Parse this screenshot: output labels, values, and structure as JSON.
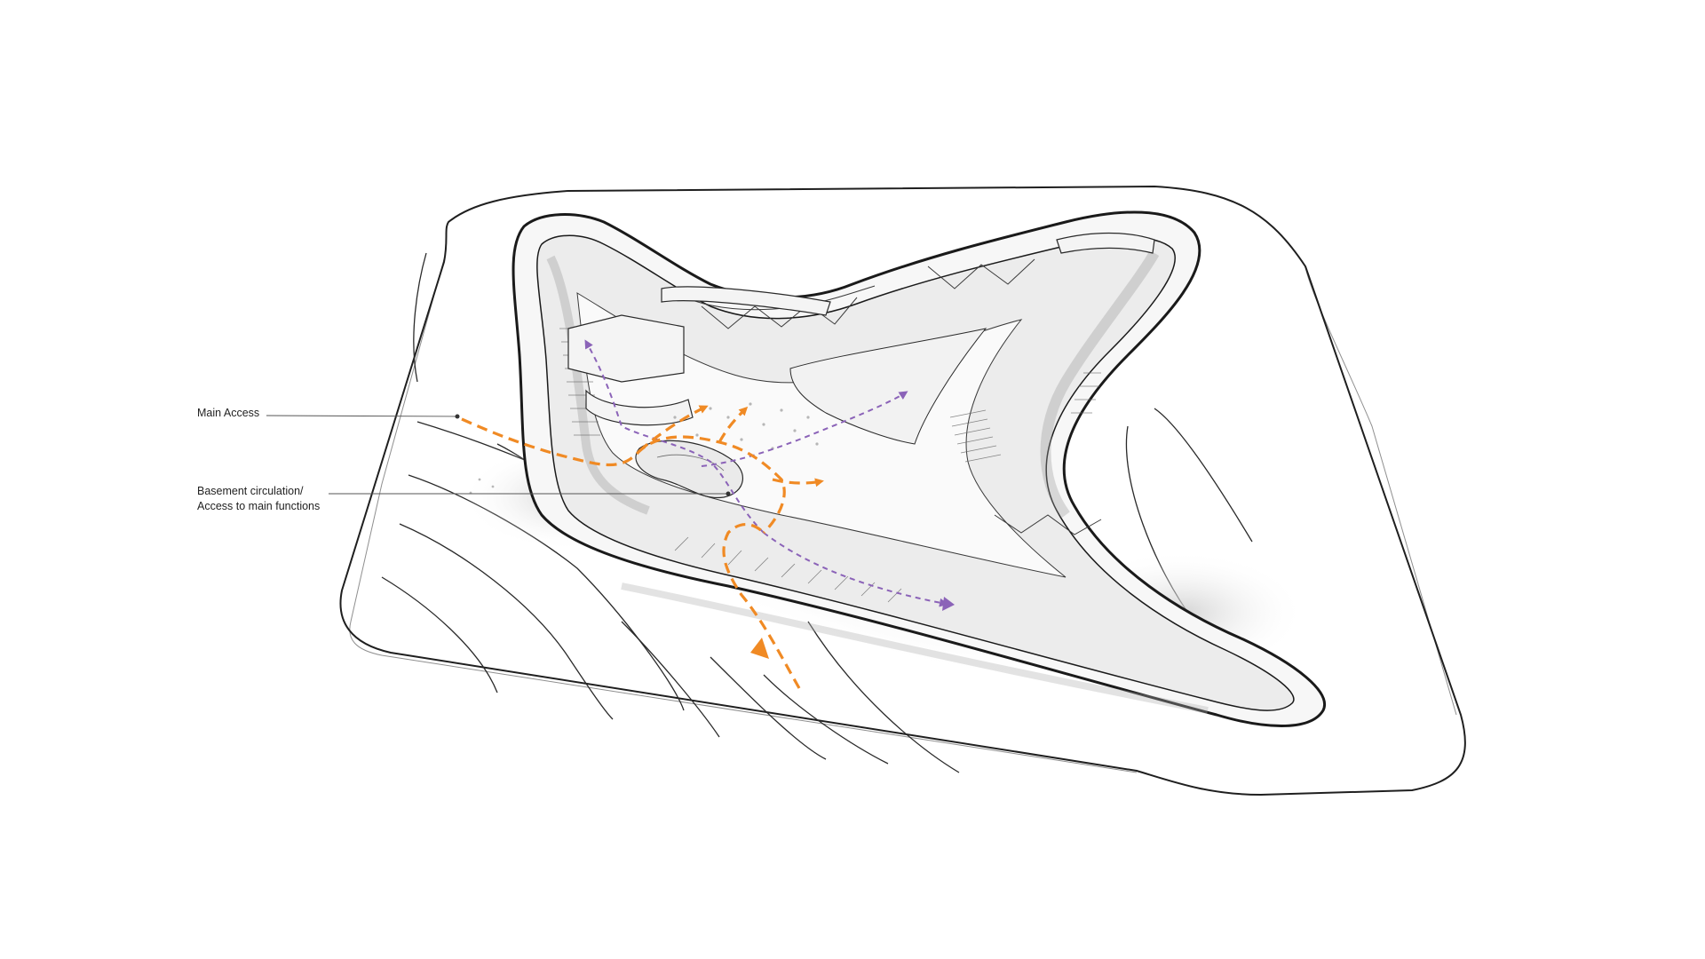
{
  "annotations": {
    "main_access": "Main Access",
    "basement_line1": "Basement circulation/",
    "basement_line2": "Access to main functions"
  },
  "legend_colors": {
    "main_access_path": "#f08a24",
    "basement_path": "#8b63b8",
    "linework": "#1f1f1f"
  },
  "icons": {
    "arrowhead_orange": "orange-arrowhead-icon",
    "arrowhead_purple": "purple-arrowhead-icon"
  }
}
